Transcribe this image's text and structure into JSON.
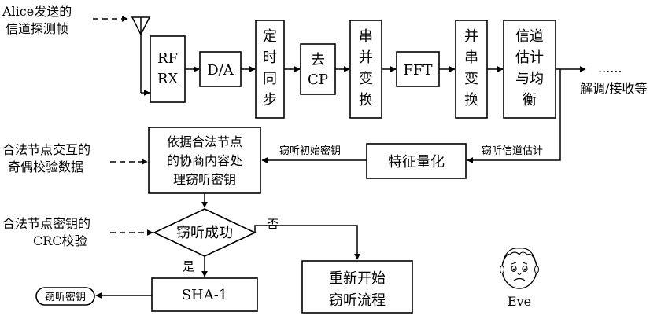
{
  "input_labels": {
    "alice_line1": "Alice发送的",
    "alice_line2": "信道探测帧",
    "parity_line1": "合法节点交互的",
    "parity_line2": "奇偶校验数据",
    "crc_line1": "合法节点密钥的",
    "crc_line2": "CRC校验"
  },
  "chain_blocks": {
    "rf_rx": [
      "RF",
      "RX"
    ],
    "da": "D/A",
    "sync": [
      "定",
      "时",
      "同",
      "步"
    ],
    "remove_cp": [
      "去",
      "CP"
    ],
    "s2p": [
      "串",
      "并",
      "变",
      "换"
    ],
    "fft": "FFT",
    "p2s": [
      "并",
      "串",
      "变",
      "换"
    ],
    "channel_est": [
      "信道",
      "估计",
      "与均",
      "衡"
    ]
  },
  "chain_output": {
    "dots": "......",
    "label": "解调/接收等"
  },
  "feedback": {
    "channel_est_label": "窃听信道估计",
    "quantize_block": "特征量化",
    "initial_key_label": "窃听初始密钥",
    "process_block": [
      "依据合法节点",
      "的协商内容处",
      "理窃听密钥"
    ]
  },
  "decision": {
    "label": "窃听成功",
    "no": "否",
    "yes": "是"
  },
  "outputs": {
    "restart": [
      "重新开始",
      "窃听流程"
    ],
    "hash": "SHA-1",
    "key_out": "窃听密钥"
  },
  "eve": {
    "label": "Eve"
  }
}
